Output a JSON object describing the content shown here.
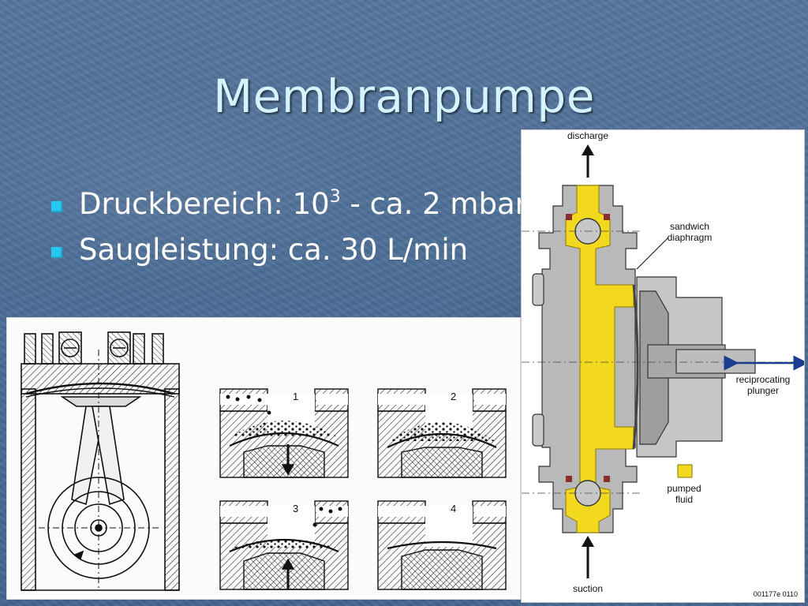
{
  "slide": {
    "title": "Membranpumpe",
    "bullets": [
      {
        "prefix": "Druckbereich: 10",
        "superscript": "3",
        "suffix": " - ca. 2 mbar"
      },
      {
        "prefix": "Saugleistung: ca. 30 L/min",
        "superscript": "",
        "suffix": ""
      }
    ],
    "bullet_color": "#24c8f0",
    "title_color": "#d4f3ff"
  },
  "left_figure": {
    "step_labels": [
      "1",
      "2",
      "3",
      "4"
    ]
  },
  "right_figure": {
    "labels": {
      "discharge": "discharge",
      "suction": "suction",
      "sandwich_1": "sandwich",
      "sandwich_2": "diaphragm",
      "plunger_1": "reciprocating",
      "plunger_2": "plunger",
      "fluid_1": "pumped",
      "fluid_2": "fluid",
      "code": "001177e 0110"
    },
    "fluid_color": "#f2d91f",
    "body_color": "#b9b9b9"
  }
}
